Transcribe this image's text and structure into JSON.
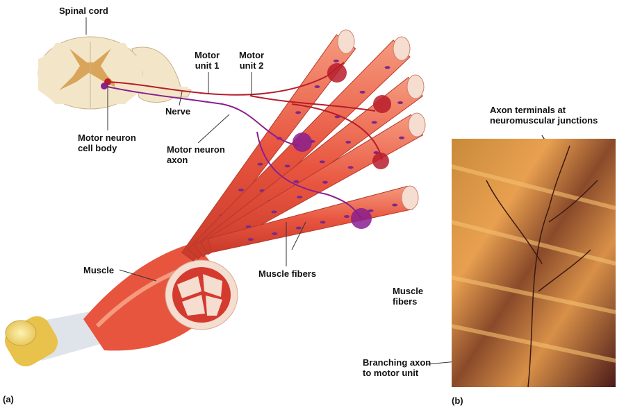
{
  "panel_a": {
    "label": "(a)",
    "spinal_cord": "Spinal cord",
    "motor_unit_1": [
      "Motor",
      "unit 1"
    ],
    "motor_unit_2": [
      "Motor",
      "unit 2"
    ],
    "nerve": "Nerve",
    "motor_neuron_cell_body": [
      "Motor neuron",
      "cell body"
    ],
    "motor_neuron_axon": [
      "Motor neuron",
      "axon"
    ],
    "muscle": "Muscle",
    "muscle_fibers": "Muscle fibers"
  },
  "panel_b": {
    "label": "(b)",
    "axon_terminals": [
      "Axon terminals at",
      "neuromuscular junctions"
    ],
    "muscle_fibers": [
      "Muscle",
      "fibers"
    ],
    "branching_axon": [
      "Branching axon",
      "to motor unit"
    ]
  },
  "colors": {
    "muscle": "#e8553f",
    "muscle_light": "#f08a6e",
    "unit1_axon": "#b81c2a",
    "unit2_axon": "#8a1f8f",
    "spinal_cord": "#f3e6c8",
    "grey_matter": "#d9a55a",
    "tendon": "#e8d27a"
  }
}
